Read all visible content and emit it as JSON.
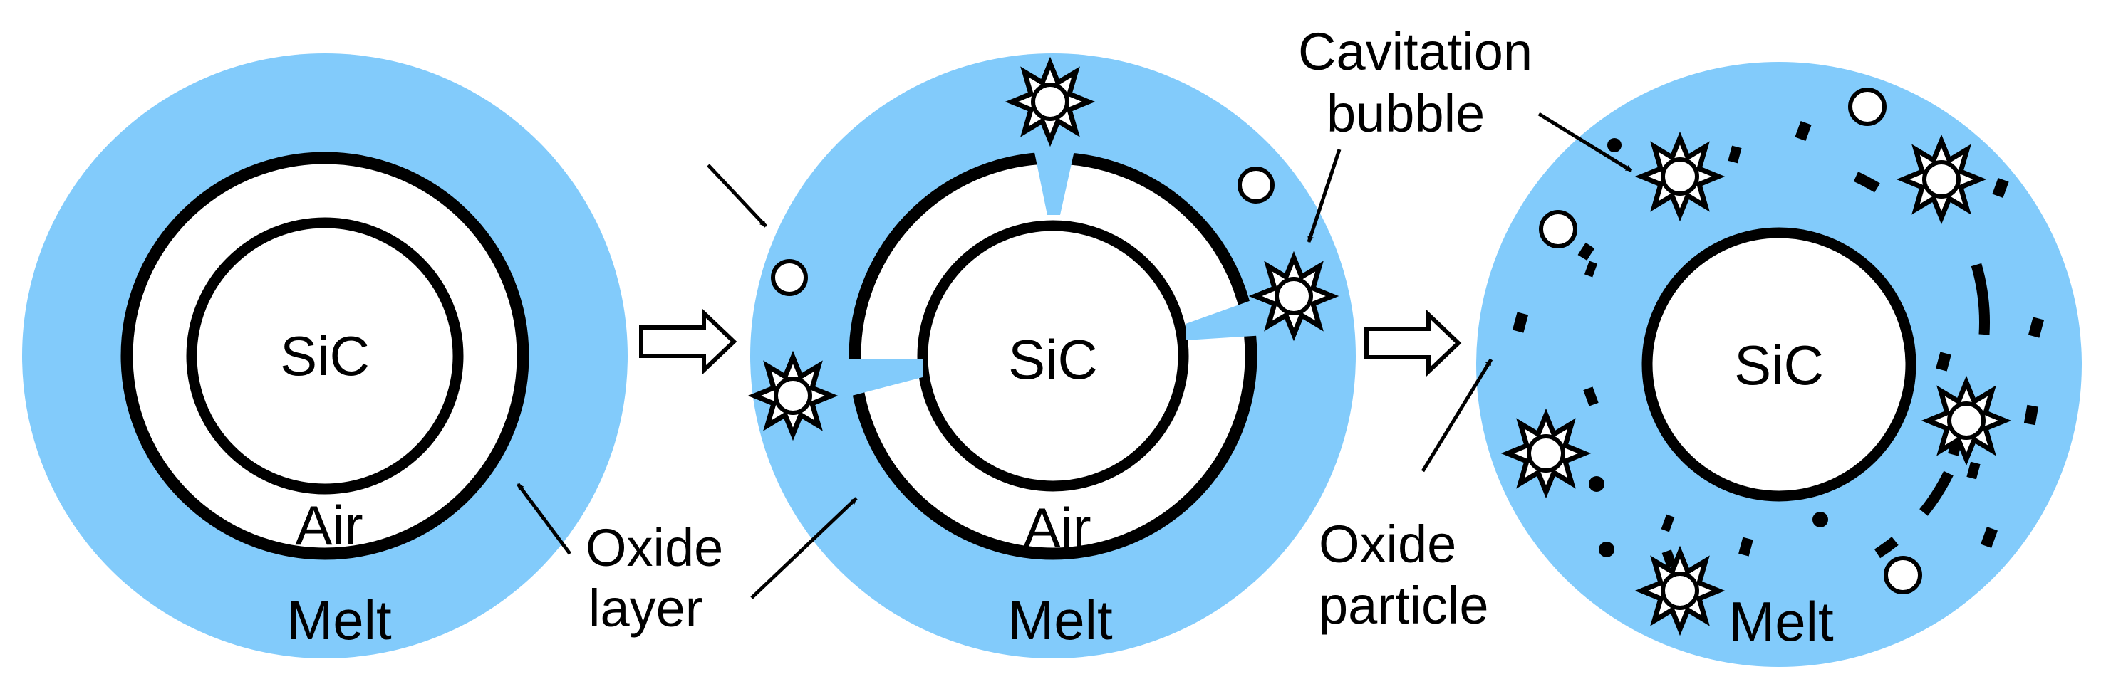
{
  "colors": {
    "melt": "#82cbfb",
    "ring": "#000000",
    "background": "#ffffff"
  },
  "panel1": {
    "sic": "SiC",
    "air": "Air",
    "melt": "Melt"
  },
  "panel2": {
    "sic": "SiC",
    "air": "Air",
    "melt": "Melt"
  },
  "panel3": {
    "sic": "SiC",
    "melt": "Melt"
  },
  "callouts": {
    "oxide_layer_line1": "Oxide",
    "oxide_layer_line2": "layer",
    "cavitation_line1": "Cavitation",
    "cavitation_line2": "bubble",
    "oxide_particle_line1": "Oxide",
    "oxide_particle_line2": "particle"
  },
  "icons": [
    "right-arrow-icon",
    "cavitation-burst-icon",
    "bubble-icon",
    "oxide-particle-icon"
  ]
}
